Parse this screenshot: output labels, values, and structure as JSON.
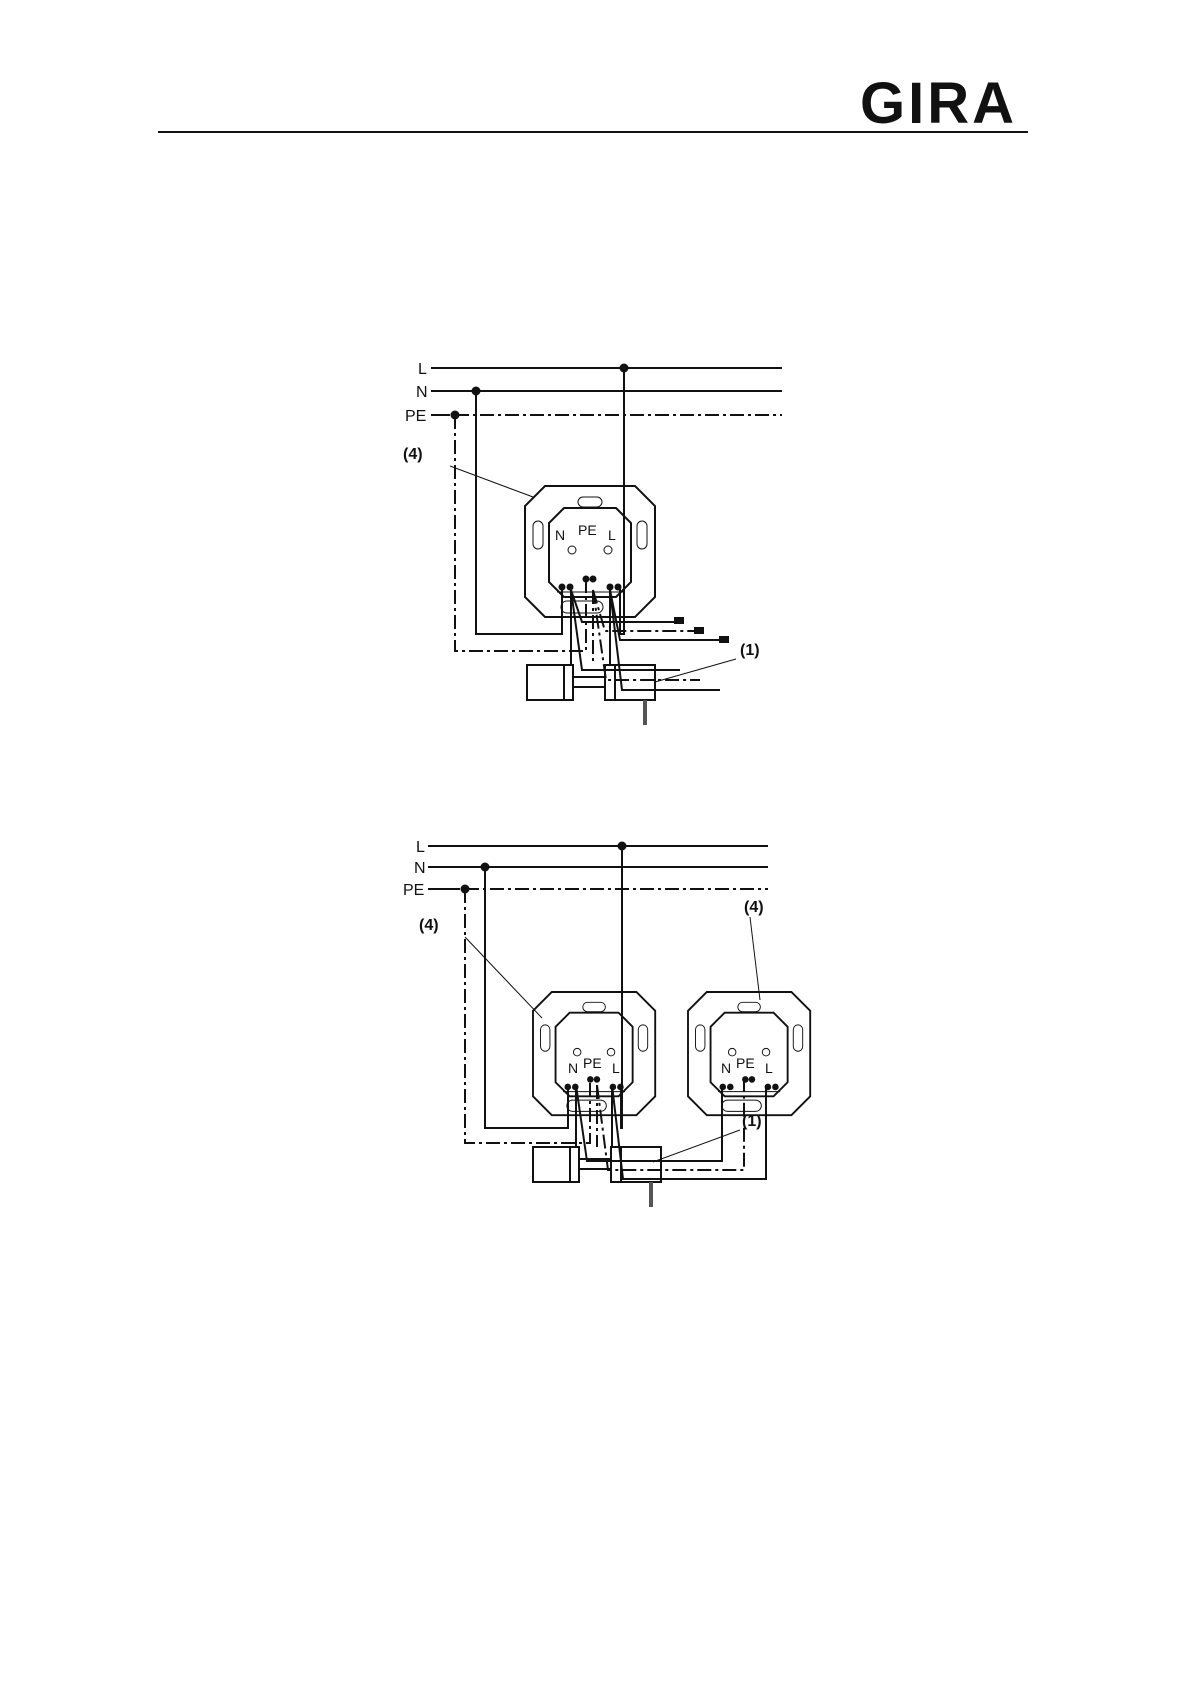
{
  "header": {
    "brand": "GIRA"
  },
  "diagram_1": {
    "bus_labels": [
      "L",
      "N",
      "PE"
    ],
    "module_ref": "(4)",
    "device_ref": "(1)",
    "terminal_labels": [
      "N",
      "PE",
      "L"
    ]
  },
  "diagram_2": {
    "bus_labels": [
      "L",
      "N",
      "PE"
    ],
    "module_ref_left": "(4)",
    "module_ref_right": "(4)",
    "device_ref": "(1)",
    "terminal_labels_left": [
      "N",
      "PE",
      "L"
    ],
    "terminal_labels_right": [
      "N",
      "PE",
      "L"
    ]
  }
}
